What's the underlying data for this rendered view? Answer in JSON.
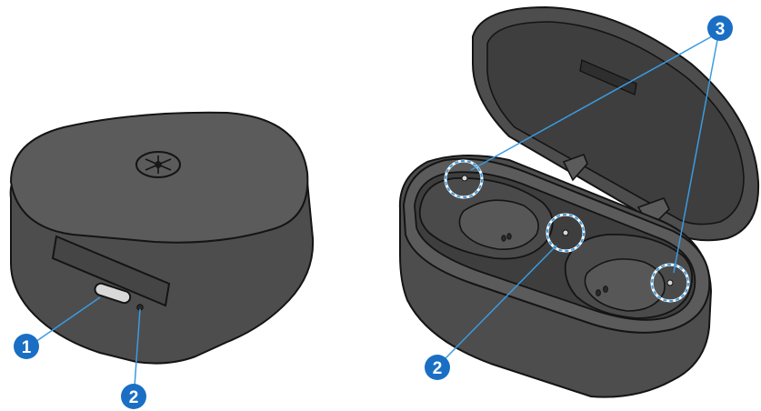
{
  "colors": {
    "case_fill": "#4d4d4d",
    "case_top": "#5b5b5b",
    "interior": "#3e3e3e",
    "outline": "#141414",
    "callout": "#1a6fc4",
    "callout_line": "#3b9be0",
    "highlight_ring": "#3b9be0"
  },
  "callouts": {
    "usb_port": "1",
    "indicator_left": "2",
    "indicator_right": "2",
    "charging_contacts": "3"
  },
  "icons": [
    "yamaha-logo-icon"
  ]
}
